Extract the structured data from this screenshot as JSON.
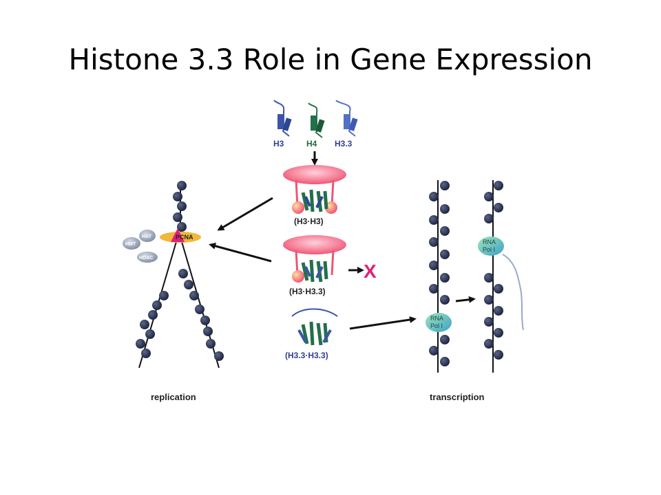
{
  "title": "Histone 3.3 Role in Gene Expression",
  "histones": {
    "h3": "H3",
    "h4": "H4",
    "h33": "H3.3"
  },
  "complexes": {
    "h3_h3": "(H3·H3)",
    "h3_h33": "(H3·H3.3)",
    "h33_h33": "(H3.3·H3.3)"
  },
  "blocked_mark": "X",
  "replication": {
    "label": "replication",
    "pcna": "PCNA",
    "hmt": "HMT",
    "hat": "HAT",
    "hdac": "HDAC"
  },
  "transcription": {
    "label": "transcription",
    "rna_pol_line1": "RNA",
    "rna_pol_line2": "Pol I"
  },
  "colors": {
    "nucleosome": "#2e3757",
    "h3_blue": "#3a55a8",
    "h4_green": "#23704a",
    "chaperone_pink": "#f05a78",
    "pcna_yellow": "#f0b73a",
    "x_magenta": "#e0207a",
    "enzyme_gray": "#9aa6b8",
    "rna_pol_teal": "#6cc7b0"
  }
}
